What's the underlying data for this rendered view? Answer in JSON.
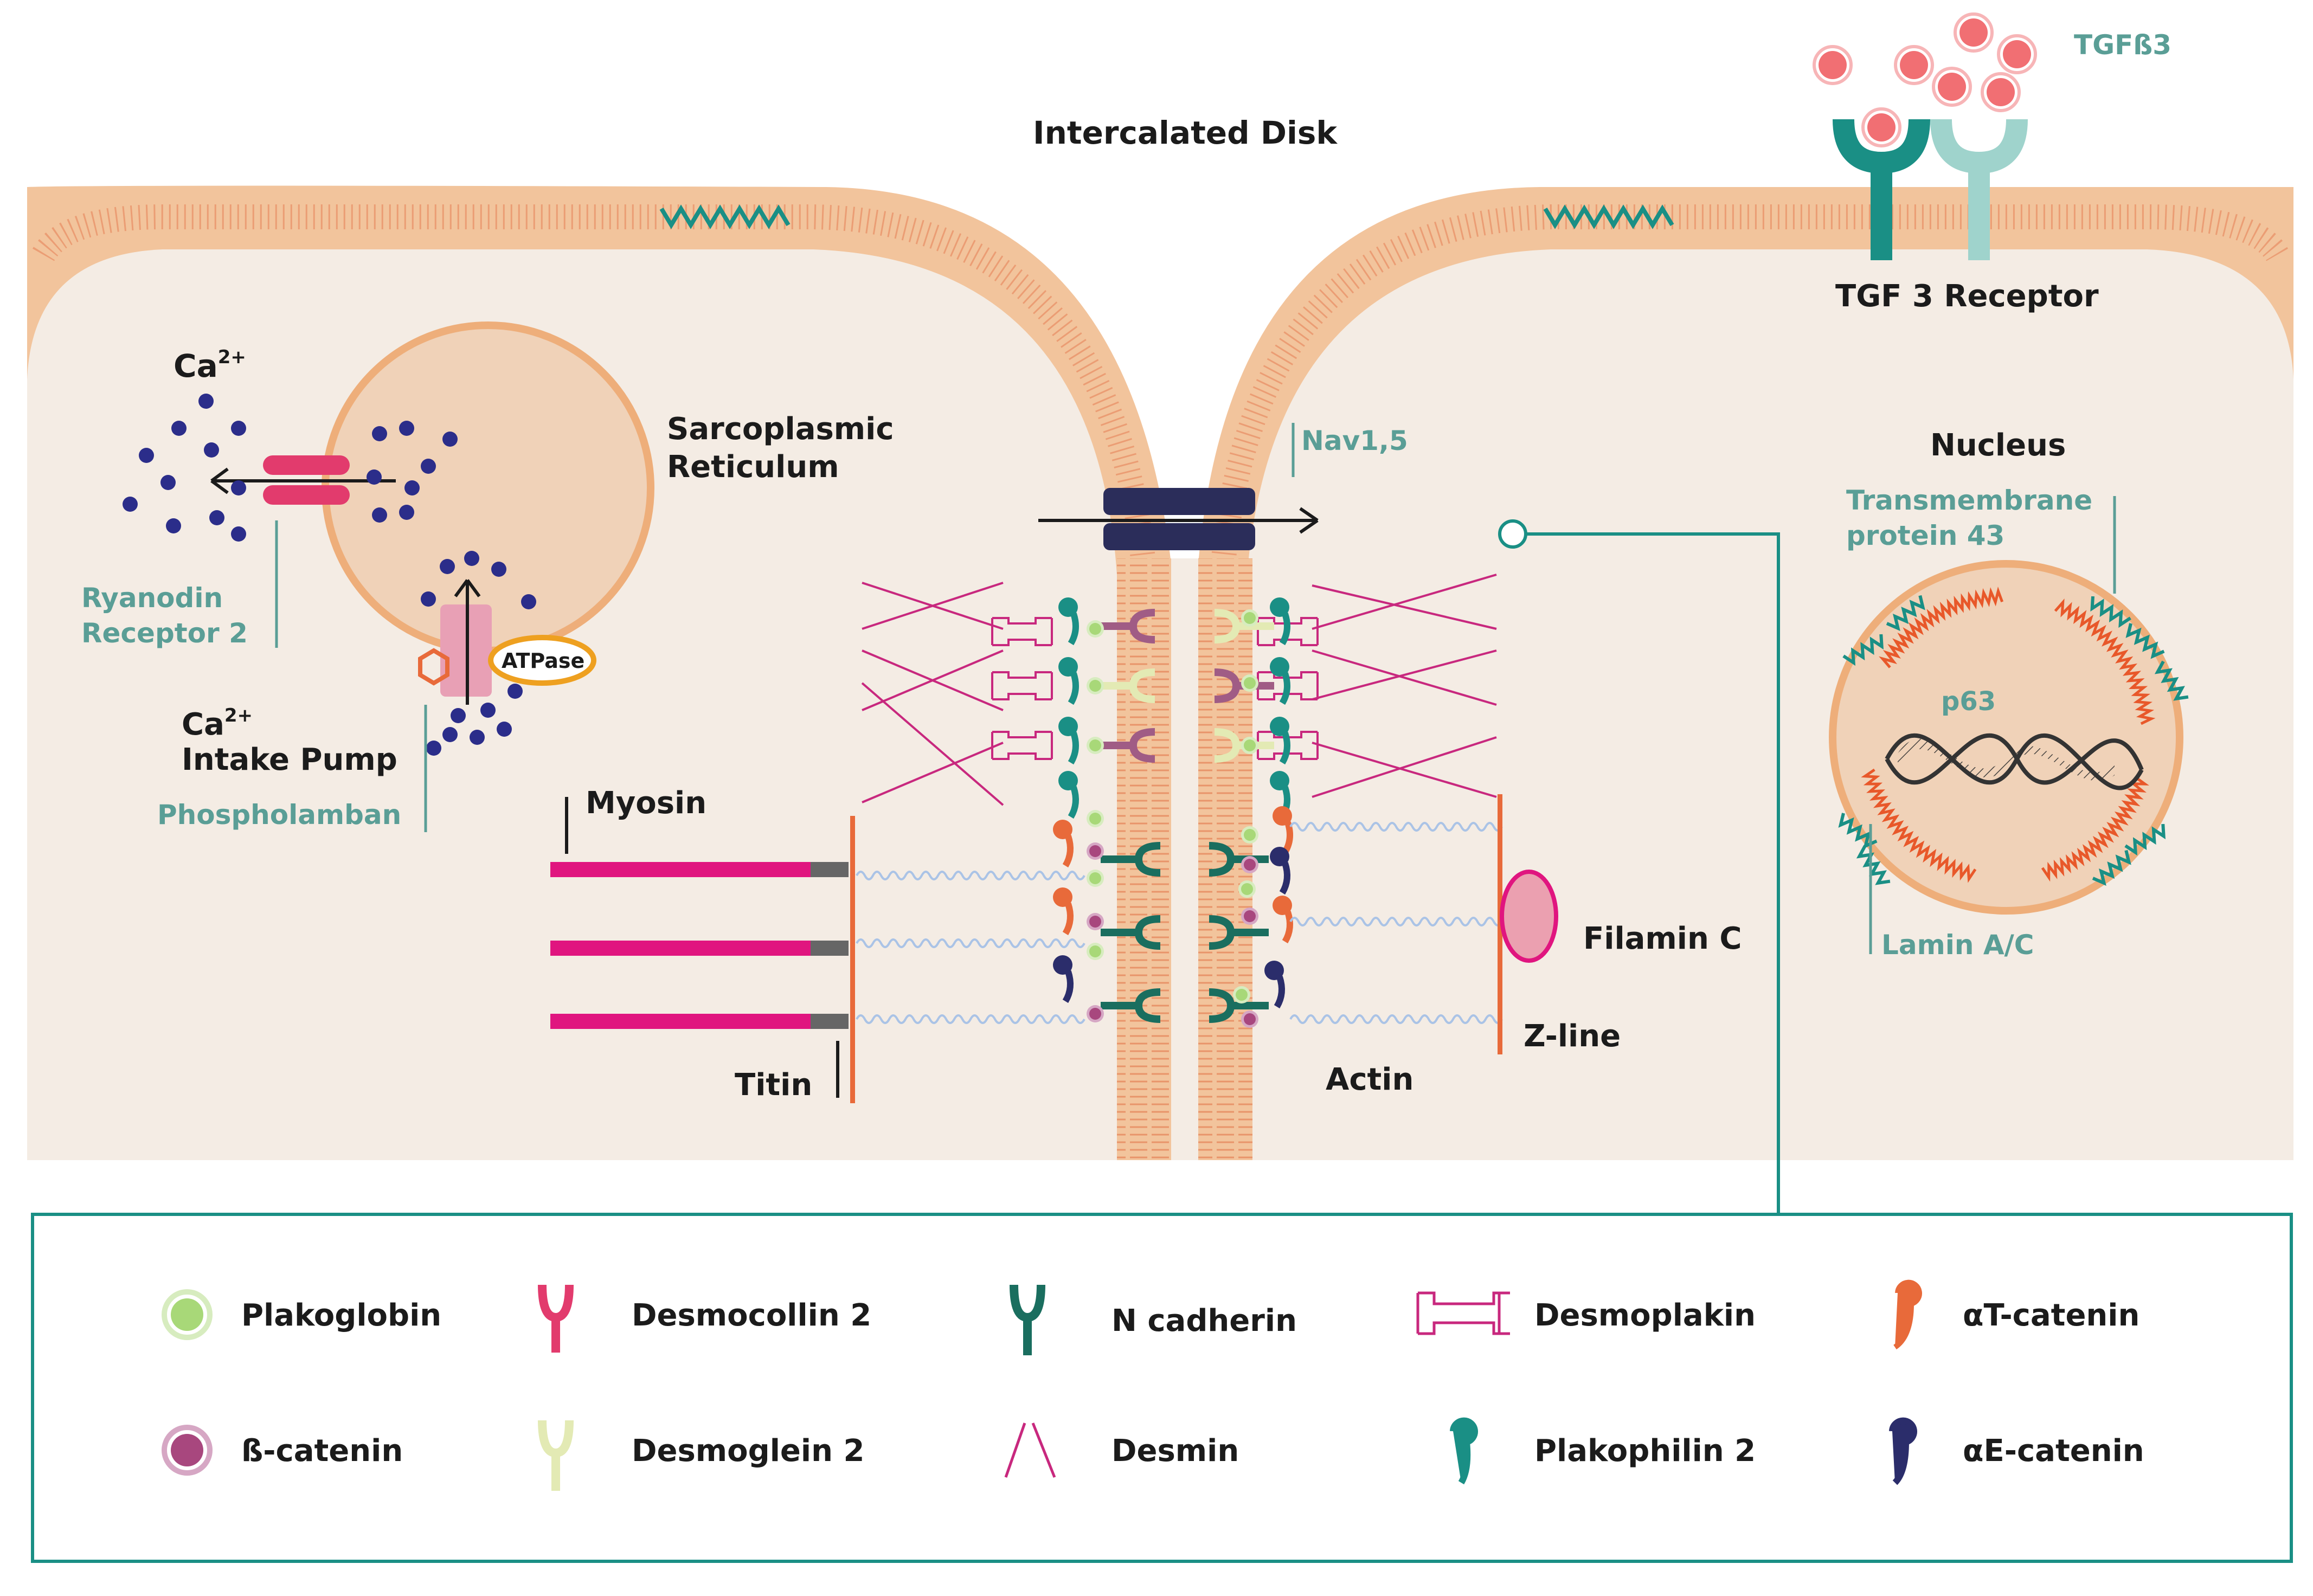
{
  "labels": {
    "intercalated_disk": "Intercalated Disk",
    "tgfb3": "TGFß3",
    "tgf3_receptor": "TGF 3 Receptor",
    "ca2_left": "Ca",
    "ca2_left_sup": "2+",
    "ca2_pump": "Ca",
    "ca2_pump_sup": "2+",
    "intake_pump": "Intake Pump",
    "sarcoplasmic": "Sarcoplasmic",
    "reticulum": "Reticulum",
    "ryanodin": "Ryanodin",
    "receptor2": "Receptor 2",
    "atpase": "ATPase",
    "phospholamban": "Phospholamban",
    "nav15": "Nav1,5",
    "nucleus": "Nucleus",
    "transmembrane": "Transmembrane",
    "protein43": "protein 43",
    "p63": "p63",
    "lamin": "Lamin A/C",
    "myosin": "Myosin",
    "titin": "Titin",
    "actin": "Actin",
    "filamin": "Filamin C",
    "zline": "Z-line"
  },
  "legend": {
    "plakoglobin": "Plakoglobin",
    "bcatenin": "ß-catenin",
    "desmocollin": "Desmocollin 2",
    "desmoglein": "Desmoglein 2",
    "ncadherin": "N cadherin",
    "desmin": "Desmin",
    "desmoplakin": "Desmoplakin",
    "plakophilin": "Plakophilin 2",
    "atcatenin": "αT-catenin",
    "aecatenin": "αE-catenin"
  },
  "colors": {
    "membrane": "#f2c49c",
    "cytoplasm": "#f4ece4",
    "teal": "#1a8f85",
    "teal_light": "#9fd3cc",
    "magenta": "#e0157f",
    "orange": "#e86a3a",
    "navy": "#2b2d6b",
    "label_teal": "#5a9e96"
  }
}
